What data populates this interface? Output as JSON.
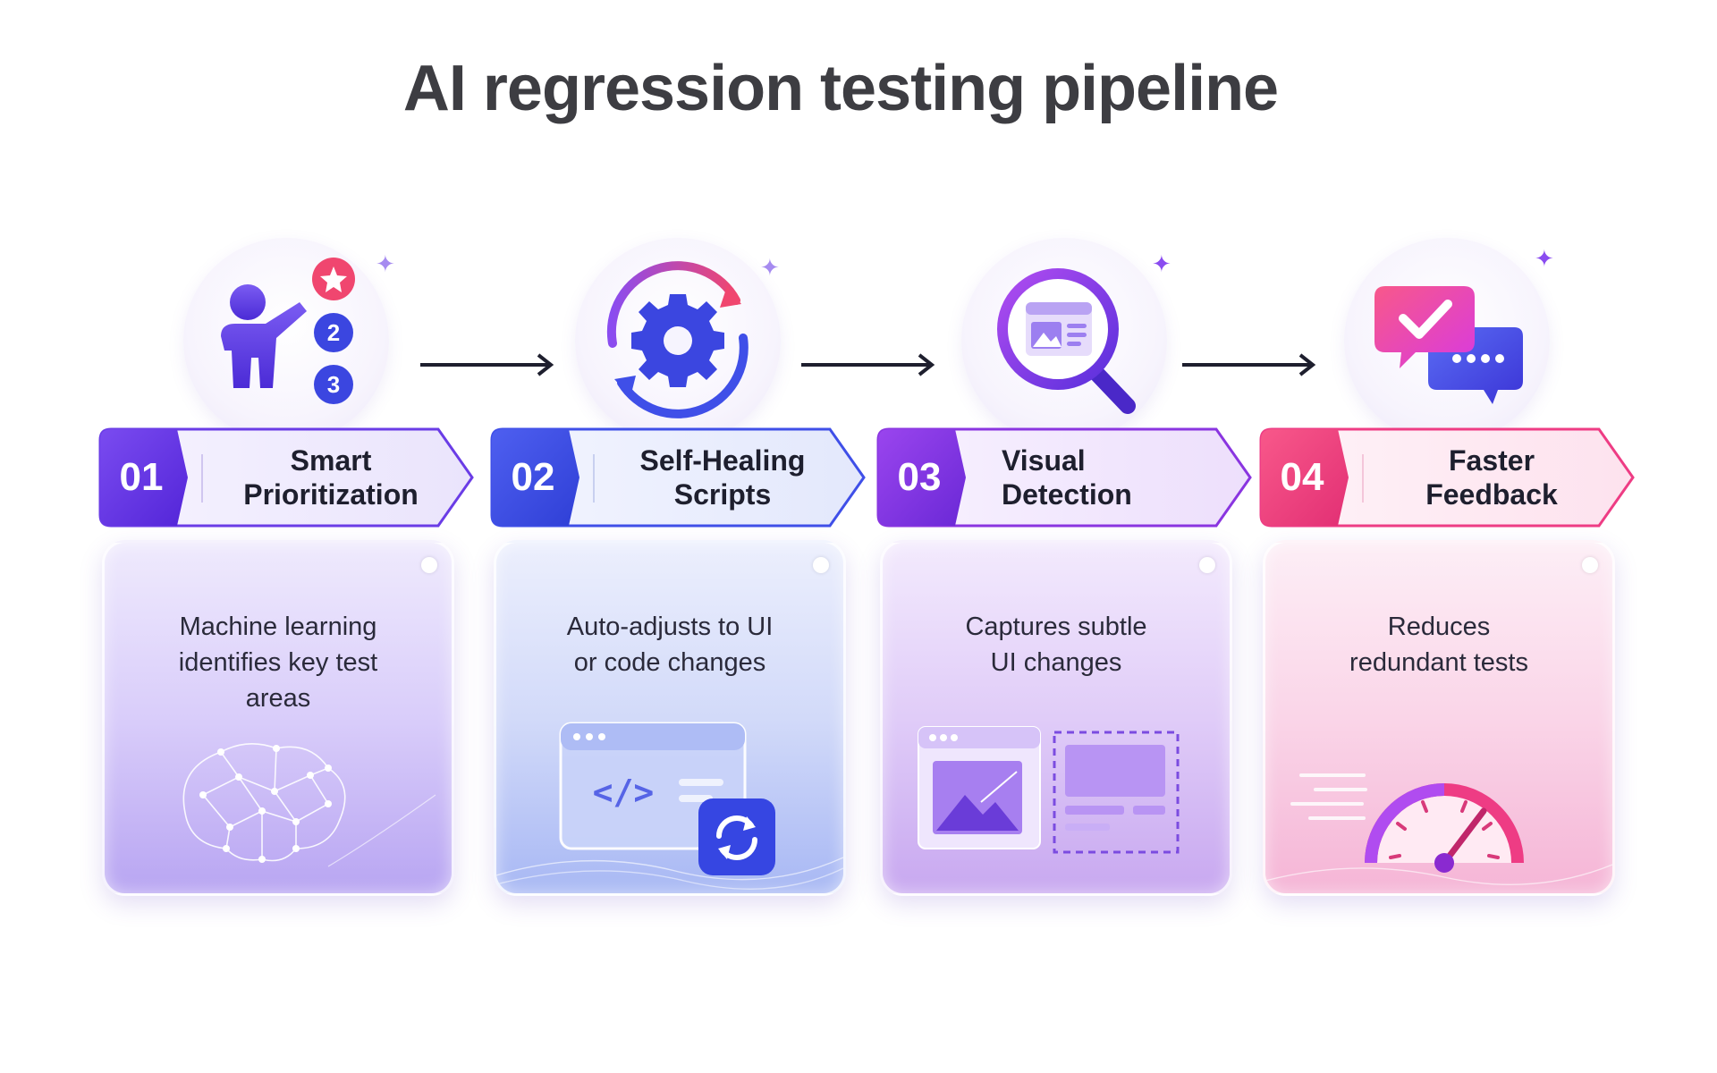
{
  "title": "AI regression testing pipeline",
  "colors": {
    "title": "#3d3d42",
    "step1_accent": "#6a3ce6",
    "step2_accent": "#3f4fe8",
    "step3_accent": "#8a35e0",
    "step4_accent": "#ee3c84",
    "arrow": "#1e1f2e"
  },
  "steps": [
    {
      "number": "01",
      "title_lines": [
        "Smart",
        "Prioritization"
      ],
      "description_lines": [
        "Machine learning",
        "identifies key test",
        "areas"
      ],
      "icon": "person-presenting-ranked-list-icon",
      "badges": [
        "2",
        "3"
      ],
      "illustration": "brain-network-icon"
    },
    {
      "number": "02",
      "title_lines": [
        "Self-Healing",
        "Scripts"
      ],
      "description_lines": [
        "Auto-adjusts to UI",
        "or code changes"
      ],
      "icon": "gear-refresh-icon",
      "illustration": "code-window-sync-icon"
    },
    {
      "number": "03",
      "title_lines": [
        "Visual",
        "Detection"
      ],
      "description_lines": [
        "Captures subtle",
        "UI changes"
      ],
      "icon": "magnifier-screen-icon",
      "illustration": "ui-diff-compare-icon"
    },
    {
      "number": "04",
      "title_lines": [
        "Faster",
        "Feedback"
      ],
      "description_lines": [
        "Reduces",
        "redundant tests"
      ],
      "icon": "chat-check-bubbles-icon",
      "illustration": "speedometer-icon"
    }
  ]
}
